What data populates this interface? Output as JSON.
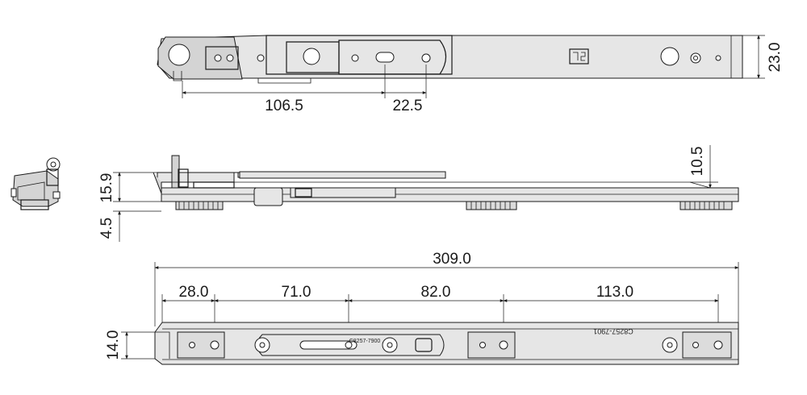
{
  "top_view": {
    "dim_height": "23.0",
    "dim_length": "106.5",
    "dim_slot": "22.5"
  },
  "side_view": {
    "dim_height": "15.9",
    "dim_offset": "4.5",
    "dim_right": "10.5"
  },
  "bottom_view": {
    "dim_total": "309.0",
    "dim_left_height": "14.0",
    "segments": [
      "28.0",
      "71.0",
      "82.0",
      "113.0"
    ],
    "part_code_main": "C8257-7901",
    "part_code_small": "C8257-7900"
  }
}
